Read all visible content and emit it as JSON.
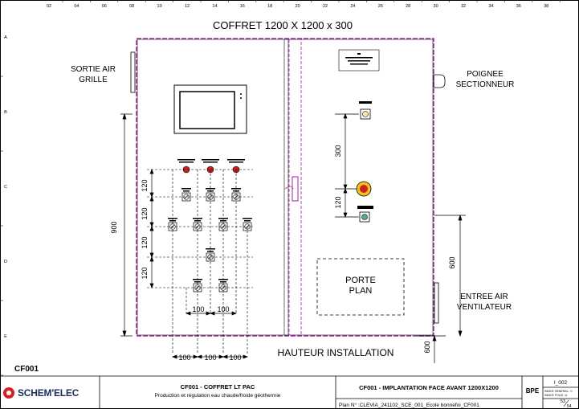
{
  "sheet": {
    "column_ticks": [
      "02",
      "04",
      "06",
      "08",
      "10",
      "12",
      "14",
      "16",
      "18",
      "20",
      "22",
      "24",
      "26",
      "28",
      "30",
      "32",
      "34",
      "36",
      "38"
    ],
    "row_ticks": [
      "A",
      "B",
      "C",
      "D",
      "E"
    ],
    "drawing_id": "CF001"
  },
  "drawing": {
    "title": "COFFRET 1200 X 1200 x 300",
    "left_top_label_line1": "SORTIE AIR",
    "left_top_label_line2": "GRILLE",
    "right_top_label_line1": "POIGNEE",
    "right_top_label_line2": "SECTIONNEUR",
    "right_bottom_label_line1": "ENTREE AIR",
    "right_bottom_label_line2": "VENTILATEUR",
    "bottom_label": "HAUTEUR INSTALLATION",
    "porte_plan_line1": "PORTE",
    "porte_plan_line2": "PLAN",
    "dims": {
      "left_height": "900",
      "row_spacing": "120",
      "col_spacing": "100",
      "right_300": "300",
      "right_120": "120",
      "right_600": "600",
      "bottom_600": "600"
    }
  },
  "title_block": {
    "company": "SCHEM'ELEC",
    "project_title": "CF001 - COFFRET LT PAC",
    "project_subtitle": "Production et régulation eau chaude/froide géothermie",
    "sheet_title": "CF001 - IMPLANTATION FACE AVANT 1200X1200",
    "plan_label": "Plan N° :CLEVIA_241102_SCE_001_Ecole bonnefoi_CF001",
    "bpe": "BPE",
    "revision": "I_002",
    "folio_line1": "INDICE GENERAL : C",
    "folio_line2": "INDICE FOLIO : A",
    "page_num": "53",
    "page_total": "54"
  },
  "colors": {
    "panel_outline": "#a020a0",
    "button_red": "#cc1f1f",
    "emergency_yellow": "#f4c21b",
    "indicator_green": "#4caf7d"
  }
}
